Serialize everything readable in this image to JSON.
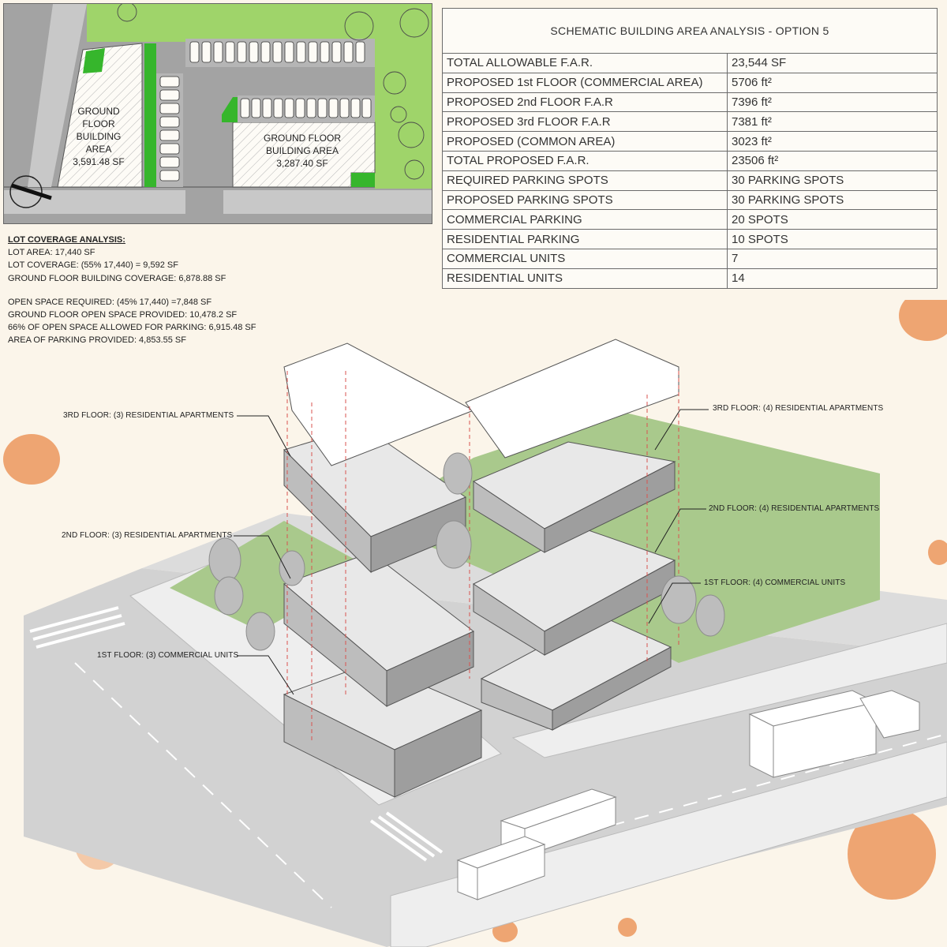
{
  "colors": {
    "background": "#fbf5ea",
    "road": "#a3a3a3",
    "grass": "#9fd46a",
    "grass_iso": "#a9c98c",
    "green_strip": "#36b62c",
    "splash": "#e98a4a",
    "section_line": "#d9534f"
  },
  "site_plan": {
    "left_building_label": [
      "GROUND",
      "FLOOR",
      "BUILDING",
      "AREA",
      "3,591.48 SF"
    ],
    "right_building_label": [
      "GROUND FLOOR",
      "BUILDING AREA",
      "3,287.40 SF"
    ]
  },
  "area_table": {
    "title": "SCHEMATIC BUILDING AREA ANALYSIS - OPTION 5",
    "rows": [
      {
        "label": "TOTAL ALLOWABLE F.A.R.",
        "value": "23,544 SF"
      },
      {
        "label": "PROPOSED 1st FLOOR (COMMERCIAL AREA)",
        "value": "5706 ft²"
      },
      {
        "label": "PROPOSED 2nd FLOOR F.A.R",
        "value": "7396 ft²"
      },
      {
        "label": "PROPOSED 3rd FLOOR F.A.R",
        "value": "7381 ft²"
      },
      {
        "label": "PROPOSED (COMMON AREA)",
        "value": "3023 ft²"
      },
      {
        "label": "TOTAL PROPOSED F.A.R.",
        "value": "23506 ft²"
      },
      {
        "label": "REQUIRED PARKING SPOTS",
        "value": "30 PARKING SPOTS"
      },
      {
        "label": "PROPOSED PARKING SPOTS",
        "value": "30 PARKING SPOTS"
      },
      {
        "label": "COMMERCIAL PARKING",
        "value": "20 SPOTS"
      },
      {
        "label": "RESIDENTIAL PARKING",
        "value": "10 SPOTS"
      },
      {
        "label": "COMMERCIAL UNITS",
        "value": "7"
      },
      {
        "label": "RESIDENTIAL UNITS",
        "value": "14"
      }
    ]
  },
  "lot_coverage": {
    "heading": "LOT COVERAGE ANALYSIS:",
    "lines_a": [
      "LOT AREA: 17,440 SF",
      "LOT COVERAGE: (55% 17,440) = 9,592 SF",
      "GROUND FLOOR BUILDING COVERAGE: 6,878.88 SF"
    ],
    "lines_b": [
      "OPEN SPACE REQUIRED: (45% 17,440) =7,848 SF",
      "GROUND FLOOR OPEN SPACE PROVIDED: 10,478.2 SF",
      "66% OF OPEN SPACE ALLOWED FOR PARKING: 6,915.48 SF",
      "AREA OF PARKING PROVIDED: 4,853.55 SF"
    ]
  },
  "callouts": {
    "left_3rd": "3RD FLOOR: (3) RESIDENTIAL APARTMENTS",
    "left_2nd": "2ND FLOOR: (3) RESIDENTIAL APARTMENTS",
    "left_1st": "1ST FLOOR: (3) COMMERCIAL UNITS",
    "right_3rd": "3RD FLOOR: (4) RESIDENTIAL APARTMENTS",
    "right_2nd": "2ND FLOOR: (4) RESIDENTIAL APARTMENTS",
    "right_1st": "1ST FLOOR: (4) COMMERCIAL UNITS"
  }
}
